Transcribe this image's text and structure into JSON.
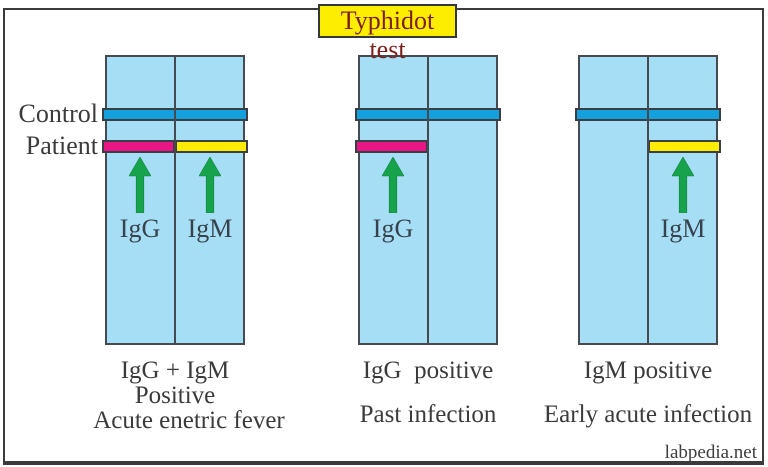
{
  "title": "Typhidot test",
  "watermark": "labpedia.net",
  "row_labels": {
    "control": "Control",
    "patient": "Patient"
  },
  "colors": {
    "strip_fill": "#a5def5",
    "strip_border": "#444a50",
    "control_band": "#14a0dc",
    "igg_band": "#e81584",
    "igm_band": "#ffec00",
    "arrow_green": "#17a24c",
    "frame_border": "#3b3b3b",
    "title_bg": "#fdee00",
    "title_text": "#7d1f1a",
    "text_dark": "#3b3b3b",
    "lane_label_text": "#37424c"
  },
  "panels": [
    {
      "bands": {
        "control": "both-lanes",
        "patient": [
          "igg",
          "igm"
        ]
      },
      "arrows": [
        {
          "lane": "left",
          "label": "IgG"
        },
        {
          "lane": "right",
          "label": "IgM"
        }
      ],
      "caption_lines": [
        "IgG + IgM",
        "Positive",
        "Acute enetric fever"
      ]
    },
    {
      "bands": {
        "control": "both-lanes",
        "patient": [
          "igg"
        ]
      },
      "arrows": [
        {
          "lane": "left",
          "label": "IgG"
        }
      ],
      "caption_lines": [
        "IgG  positive",
        "Past infection"
      ]
    },
    {
      "bands": {
        "control": "both-lanes",
        "patient": [
          "igm"
        ]
      },
      "arrows": [
        {
          "lane": "right",
          "label": "IgM"
        }
      ],
      "caption_lines": [
        "IgM positive",
        "Early acute infection"
      ]
    }
  ]
}
